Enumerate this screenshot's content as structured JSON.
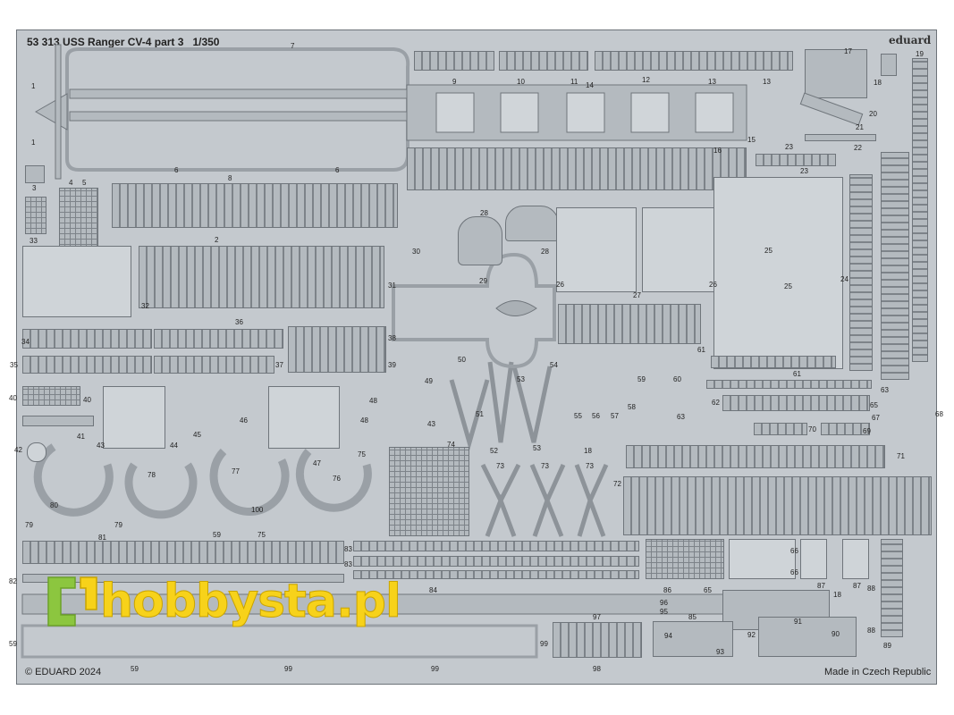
{
  "sheet": {
    "product_code": "53 313",
    "title": "USS Ranger CV-4 part 3",
    "scale": "1/350",
    "brand": "eduard",
    "copyright": "© EDUARD 2024",
    "origin": "Made in Czech Republic"
  },
  "watermark": {
    "text": "hobbysta.pl",
    "logo": "hobbysta-logo-icon",
    "colors": {
      "yellow": "#f7d21a",
      "green": "#8cc63f"
    }
  },
  "colors": {
    "fret": "#c4c9ce",
    "part": "#b4babf",
    "outline": "#6f757b"
  },
  "part_numbers": [
    {
      "id": "n1",
      "label": "1"
    },
    {
      "id": "n1b",
      "label": "1"
    },
    {
      "id": "n3",
      "label": "3"
    },
    {
      "id": "n4",
      "label": "4"
    },
    {
      "id": "n5",
      "label": "5"
    },
    {
      "id": "n6",
      "label": "6"
    },
    {
      "id": "n6b",
      "label": "6"
    },
    {
      "id": "n7",
      "label": "7"
    },
    {
      "id": "n9",
      "label": "9"
    },
    {
      "id": "n10",
      "label": "10"
    },
    {
      "id": "n11",
      "label": "11"
    },
    {
      "id": "n12",
      "label": "12"
    },
    {
      "id": "n13",
      "label": "13"
    },
    {
      "id": "n13b",
      "label": "13"
    },
    {
      "id": "n14",
      "label": "14"
    },
    {
      "id": "n15",
      "label": "15"
    },
    {
      "id": "n16",
      "label": "16"
    },
    {
      "id": "n17",
      "label": "17"
    },
    {
      "id": "n18",
      "label": "18"
    },
    {
      "id": "n19",
      "label": "19"
    },
    {
      "id": "n20",
      "label": "20"
    },
    {
      "id": "n21",
      "label": "21"
    },
    {
      "id": "n22",
      "label": "22"
    },
    {
      "id": "n23",
      "label": "23"
    },
    {
      "id": "n23b",
      "label": "23"
    },
    {
      "id": "n2",
      "label": "2"
    },
    {
      "id": "n8",
      "label": "8"
    },
    {
      "id": "n33",
      "label": "33"
    },
    {
      "id": "n24",
      "label": "24"
    },
    {
      "id": "n25",
      "label": "25"
    },
    {
      "id": "n25b",
      "label": "25"
    },
    {
      "id": "n26",
      "label": "26"
    },
    {
      "id": "n26b",
      "label": "26"
    },
    {
      "id": "n27",
      "label": "27"
    },
    {
      "id": "n28",
      "label": "28"
    },
    {
      "id": "n28b",
      "label": "28"
    },
    {
      "id": "n29",
      "label": "29"
    },
    {
      "id": "n30",
      "label": "30"
    },
    {
      "id": "n31",
      "label": "31"
    },
    {
      "id": "n32",
      "label": "32"
    },
    {
      "id": "n36",
      "label": "36"
    },
    {
      "id": "n34",
      "label": "34"
    },
    {
      "id": "n35",
      "label": "35"
    },
    {
      "id": "n37",
      "label": "37"
    },
    {
      "id": "n38",
      "label": "38"
    },
    {
      "id": "n39",
      "label": "39"
    },
    {
      "id": "n40",
      "label": "40"
    },
    {
      "id": "n40b",
      "label": "40"
    },
    {
      "id": "n41",
      "label": "41"
    },
    {
      "id": "n42",
      "label": "42"
    },
    {
      "id": "n43",
      "label": "43"
    },
    {
      "id": "n43b",
      "label": "43"
    },
    {
      "id": "n44",
      "label": "44"
    },
    {
      "id": "n45",
      "label": "45"
    },
    {
      "id": "n46",
      "label": "46"
    },
    {
      "id": "n47",
      "label": "47"
    },
    {
      "id": "n48",
      "label": "48"
    },
    {
      "id": "n48b",
      "label": "48"
    },
    {
      "id": "n49",
      "label": "49"
    },
    {
      "id": "n50",
      "label": "50"
    },
    {
      "id": "n51",
      "label": "51"
    },
    {
      "id": "n52",
      "label": "52"
    },
    {
      "id": "n53",
      "label": "53"
    },
    {
      "id": "n53b",
      "label": "53"
    },
    {
      "id": "n54",
      "label": "54"
    },
    {
      "id": "n55",
      "label": "55"
    },
    {
      "id": "n56",
      "label": "56"
    },
    {
      "id": "n57",
      "label": "57"
    },
    {
      "id": "n58",
      "label": "58"
    },
    {
      "id": "n59",
      "label": "59"
    },
    {
      "id": "n60",
      "label": "60"
    },
    {
      "id": "n61",
      "label": "61"
    },
    {
      "id": "n61b",
      "label": "61"
    },
    {
      "id": "n62",
      "label": "62"
    },
    {
      "id": "n63",
      "label": "63"
    },
    {
      "id": "n63b",
      "label": "63"
    },
    {
      "id": "n65",
      "label": "65"
    },
    {
      "id": "n67",
      "label": "67"
    },
    {
      "id": "n68",
      "label": "68"
    },
    {
      "id": "n69",
      "label": "69"
    },
    {
      "id": "n70",
      "label": "70"
    },
    {
      "id": "n71",
      "label": "71"
    },
    {
      "id": "n72",
      "label": "72"
    },
    {
      "id": "n73",
      "label": "73"
    },
    {
      "id": "n73b",
      "label": "73"
    },
    {
      "id": "n73c",
      "label": "73"
    },
    {
      "id": "n74",
      "label": "74"
    },
    {
      "id": "n75",
      "label": "75"
    },
    {
      "id": "n75b",
      "label": "75"
    },
    {
      "id": "n76",
      "label": "76"
    },
    {
      "id": "n77",
      "label": "77"
    },
    {
      "id": "n78",
      "label": "78"
    },
    {
      "id": "n79",
      "label": "79"
    },
    {
      "id": "n79b",
      "label": "79"
    },
    {
      "id": "n80",
      "label": "80"
    },
    {
      "id": "n81",
      "label": "81"
    },
    {
      "id": "n82",
      "label": "82"
    },
    {
      "id": "n83",
      "label": "83"
    },
    {
      "id": "n83b",
      "label": "83"
    },
    {
      "id": "n84",
      "label": "84"
    },
    {
      "id": "n85",
      "label": "85"
    },
    {
      "id": "n86",
      "label": "86"
    },
    {
      "id": "n65b",
      "label": "65"
    },
    {
      "id": "n66",
      "label": "66"
    },
    {
      "id": "n66b",
      "label": "66"
    },
    {
      "id": "n87",
      "label": "87"
    },
    {
      "id": "n87b",
      "label": "87"
    },
    {
      "id": "n88",
      "label": "88"
    },
    {
      "id": "n88b",
      "label": "88"
    },
    {
      "id": "n89",
      "label": "89"
    },
    {
      "id": "n90",
      "label": "90"
    },
    {
      "id": "n91",
      "label": "91"
    },
    {
      "id": "n92",
      "label": "92"
    },
    {
      "id": "n93",
      "label": "93"
    },
    {
      "id": "n94",
      "label": "94"
    },
    {
      "id": "n95",
      "label": "95"
    },
    {
      "id": "n96",
      "label": "96"
    },
    {
      "id": "n97",
      "label": "97"
    },
    {
      "id": "n98",
      "label": "98"
    },
    {
      "id": "n99",
      "label": "99"
    },
    {
      "id": "n99b",
      "label": "99"
    },
    {
      "id": "n99c",
      "label": "99"
    },
    {
      "id": "n59b",
      "label": "59"
    },
    {
      "id": "n59c",
      "label": "59"
    },
    {
      "id": "n59d",
      "label": "59"
    },
    {
      "id": "n100",
      "label": "100"
    },
    {
      "id": "n18b",
      "label": "18"
    },
    {
      "id": "n18c",
      "label": "18"
    }
  ]
}
